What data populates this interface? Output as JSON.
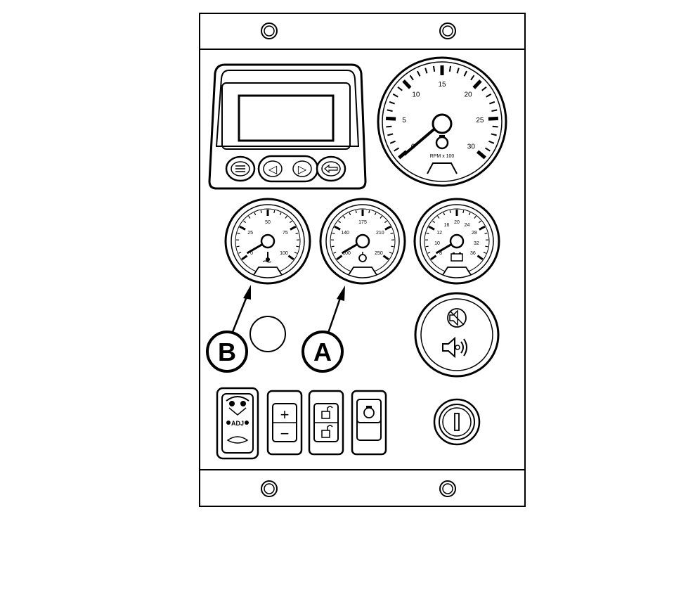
{
  "tachometer": {
    "ticks": [
      "0",
      "5",
      "10",
      "15",
      "20",
      "25",
      "30"
    ],
    "unit_label": "RPM x 100"
  },
  "coolant_gauge": {
    "ticks": [
      "0",
      "25",
      "50",
      "75",
      "100"
    ]
  },
  "oil_gauge": {
    "ticks": [
      "100",
      "140",
      "175",
      "210",
      "250"
    ]
  },
  "voltage_gauge": {
    "ticks": [
      "8",
      "10",
      "12",
      "16",
      "20",
      "24",
      "28",
      "32",
      "36"
    ]
  },
  "callouts": {
    "a": "A",
    "b": "B"
  },
  "switches": {
    "adj_label": "ADJ",
    "plus": "+",
    "minus": "−"
  },
  "display_buttons": {
    "left_arrow": "◁",
    "right_arrow": "▷"
  }
}
